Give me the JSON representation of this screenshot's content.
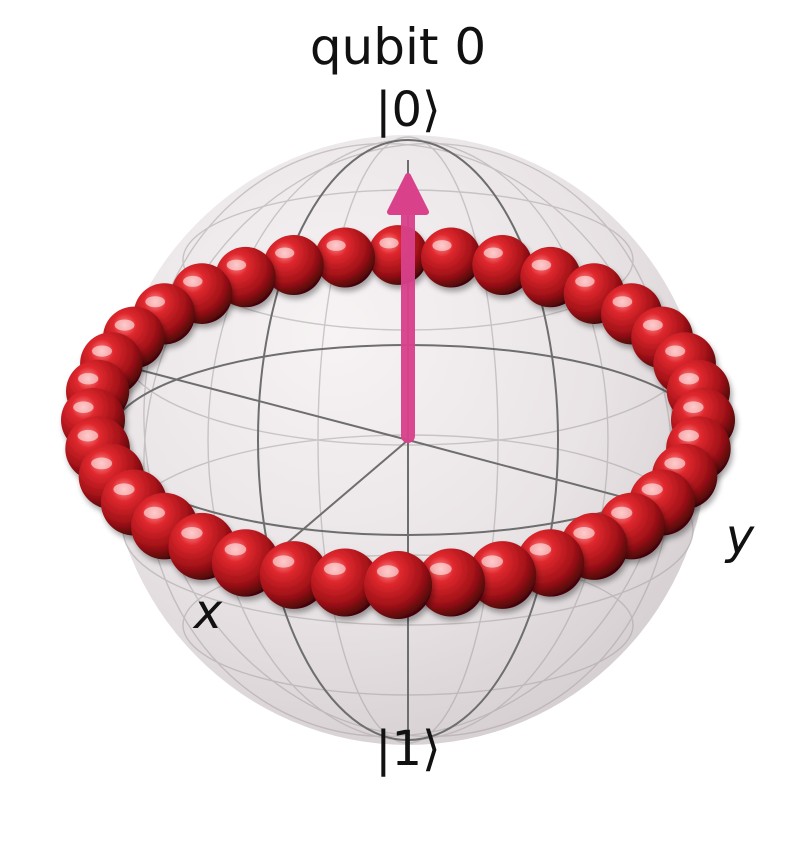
{
  "title": "qubit 0",
  "labels": {
    "ket0": "|0⟩",
    "ket1": "|1⟩",
    "x": "x",
    "y": "y"
  },
  "bloch_vector": {
    "x": 0,
    "y": 0,
    "z": 1
  },
  "bead_ring": {
    "count": 36,
    "decoration": "red-glass-bead-ring-icon"
  },
  "colors": {
    "sphere": "#e9e4e6",
    "arrow": "#d9418b",
    "bead": "#c4161c",
    "grid_line": "#7d7d7d"
  }
}
